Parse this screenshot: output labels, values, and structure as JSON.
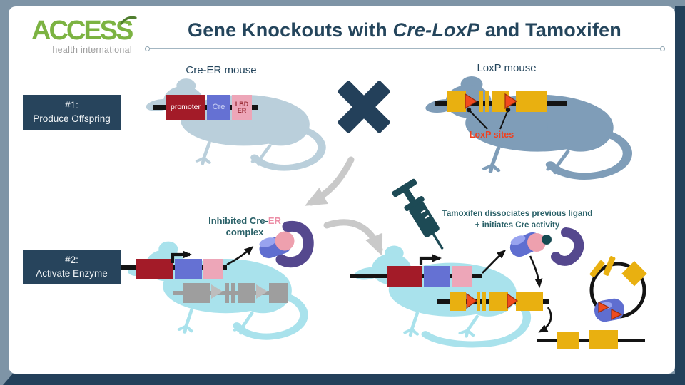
{
  "logo": {
    "name": "ACCESS",
    "tagline": "health international"
  },
  "title": {
    "part1": "Gene Knockouts with ",
    "italic": "Cre-LoxP",
    "part2": " and Tamoxifen"
  },
  "steps": [
    {
      "number": "#1:",
      "label": "Produce Offspring"
    },
    {
      "number": "#2:",
      "label": "Activate Enzyme"
    }
  ],
  "row1": {
    "left_mouse_label": "Cre-ER mouse",
    "right_mouse_label": "LoxP mouse",
    "construct": {
      "promoter": "promoter",
      "cre": "Cre",
      "lbd_line1": "LBD",
      "lbd_line2": "ER"
    },
    "loxp_sites_label": "LoxP sites"
  },
  "row2": {
    "inhibited_part1": "Inhibited Cre-",
    "inhibited_er": "ER",
    "inhibited_line2": "complex",
    "tamoxifen_line1": "Tamoxifen dissociates previous ligand",
    "tamoxifen_line2": "+ initiates Cre activity"
  },
  "colors": {
    "frameGray": "#7e94a6",
    "navy": "#23405a",
    "titleNavy": "#24455c",
    "stepBg": "#27445c",
    "logoGreen": "#7cb342",
    "logoGray": "#9e9e9e",
    "mouse1": "#bacfdb",
    "mouse2": "#7f9db8",
    "mouse34": "#a9e2ec",
    "darkRed": "#a31b28",
    "creBlue": "#6571d3",
    "pinkBox": "#eda6b8",
    "yellow": "#e9b010",
    "orange": "#f04b1f",
    "grayGene": "#9e9e9e",
    "grayTri": "#bdbdbd",
    "arrowGray": "#c9c9c9",
    "tealText": "#2a6168",
    "erPink": "#ec8ea6",
    "redLabel": "#f23f1d",
    "syringe": "#1d4a55",
    "purple": "#55488e",
    "blobBlue": "#5f6ed0",
    "blobBlueLight": "#98a3ef",
    "blobPink": "#eea0ae",
    "dotTeal": "#174a52"
  }
}
